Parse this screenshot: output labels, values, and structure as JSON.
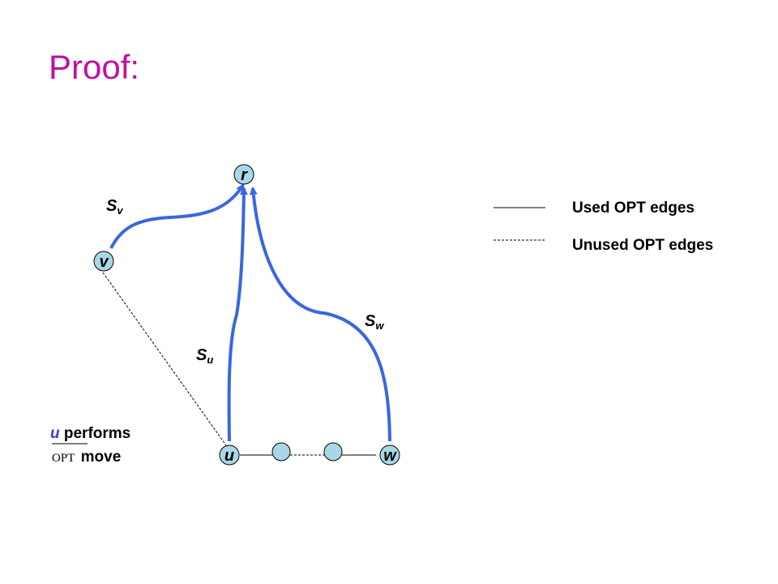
{
  "title": "Proof:",
  "nodes": {
    "r": "r",
    "v": "v",
    "u": "u",
    "w": "w"
  },
  "path_labels": {
    "sv": {
      "base": "S",
      "sub": "v"
    },
    "su": {
      "base": "S",
      "sub": "u"
    },
    "sw": {
      "base": "S",
      "sub": "w"
    }
  },
  "legend": {
    "used": "Used OPT edges",
    "unused": "Unused OPT edges"
  },
  "caption": {
    "var": "u",
    "line1_rest": " performs",
    "opt": "OPT",
    "line2_rest": " move"
  },
  "colors": {
    "title": "#c0119f",
    "path": "#3a66e0",
    "node_fill": "#a8d8e8",
    "caption_var": "#3b3bcc"
  }
}
